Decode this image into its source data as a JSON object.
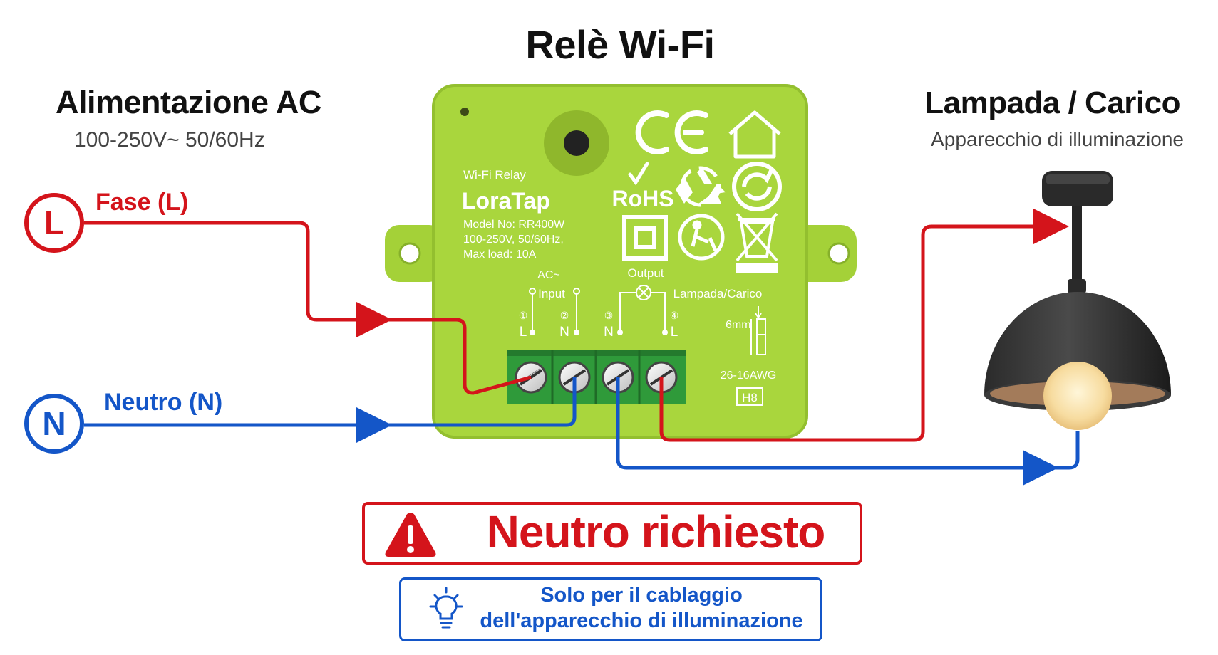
{
  "title": "Relè Wi-Fi",
  "source": {
    "title": "Alimentazione AC",
    "spec": "100-250V~ 50/60Hz",
    "phase": {
      "symbol": "L",
      "label": "Fase (L)"
    },
    "neutral": {
      "symbol": "N",
      "label": "Neutro (N)"
    }
  },
  "load": {
    "title": "Lampada / Carico",
    "subtitle": "Apparecchio di illuminazione"
  },
  "relay": {
    "header": "Wi-Fi Relay",
    "brand": "LoraTap",
    "model": "Model No: RR400W",
    "specs": "100-250V, 50/60Hz,",
    "max_load": "Max load: 10A",
    "ac_label": "AC~",
    "input_label": "Input",
    "output_label": "Output",
    "load_label": "Lampada/Carico",
    "terminals": [
      {
        "num": "①",
        "name": "L"
      },
      {
        "num": "②",
        "name": "N"
      },
      {
        "num": "③",
        "name": "N"
      },
      {
        "num": "④",
        "name": "L"
      }
    ],
    "strip_length": "6mm",
    "wire_gauge": "26-16AWG",
    "code": "H8",
    "ce_mark": "CE",
    "rohs_mark": "RoHS",
    "body_color": "#a9d63d",
    "terminal_color": "#2f9a3a"
  },
  "warning": {
    "text": "Neutro richiesto",
    "color": "#d4141b"
  },
  "info": {
    "line1": "Solo per il cablaggio",
    "line2": "dell'apparecchio di illuminazione",
    "color": "#1456c8"
  },
  "icons": [
    "warning-icon",
    "lightbulb-icon",
    "house-icon",
    "recycle-icon",
    "weee-bin-icon",
    "double-insulation-icon",
    "tidyman-icon",
    "green-dot-icon",
    "button-icon",
    "lamp-icon"
  ]
}
